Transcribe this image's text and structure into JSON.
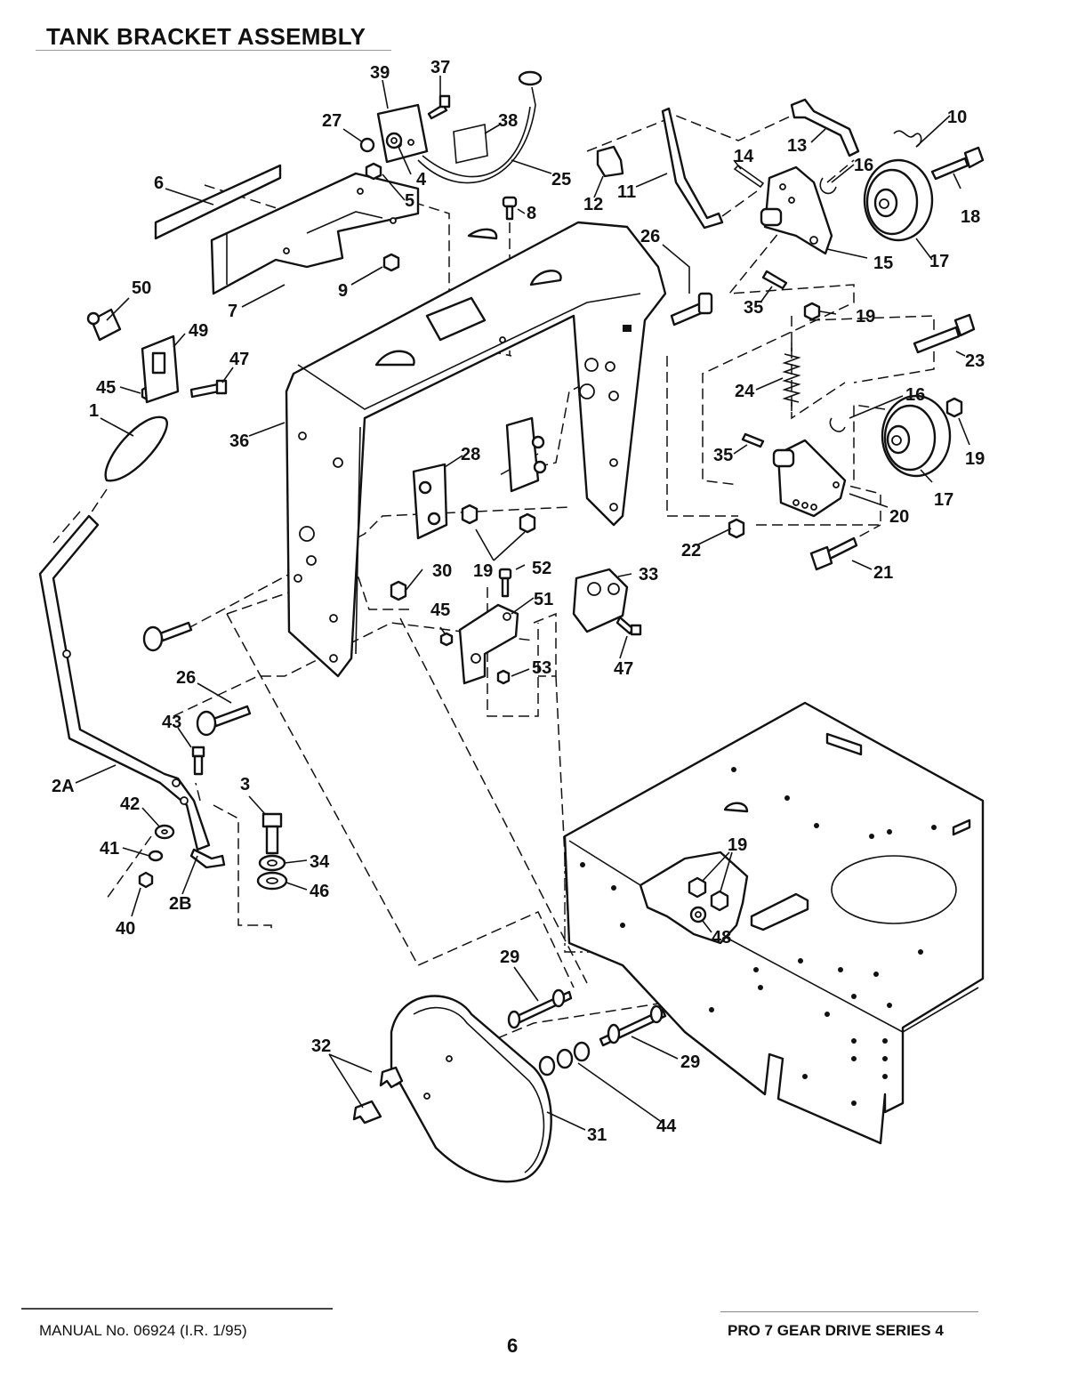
{
  "page": {
    "title": "TANK BRACKET ASSEMBLY",
    "footer_left": "MANUAL No. 06924 (I.R. 1/95)",
    "page_number": "6",
    "footer_right": "PRO 7 GEAR DRIVE SERIES 4"
  },
  "callouts": [
    {
      "id": "c-39",
      "text": "39"
    },
    {
      "id": "c-37",
      "text": "37"
    },
    {
      "id": "c-27",
      "text": "27"
    },
    {
      "id": "c-38",
      "text": "38"
    },
    {
      "id": "c-4",
      "text": "4"
    },
    {
      "id": "c-25",
      "text": "25"
    },
    {
      "id": "c-6",
      "text": "6"
    },
    {
      "id": "c-5",
      "text": "5"
    },
    {
      "id": "c-8",
      "text": "8"
    },
    {
      "id": "c-12",
      "text": "12"
    },
    {
      "id": "c-11",
      "text": "11"
    },
    {
      "id": "c-14",
      "text": "14"
    },
    {
      "id": "c-13",
      "text": "13"
    },
    {
      "id": "c-10",
      "text": "10"
    },
    {
      "id": "c-16a",
      "text": "16"
    },
    {
      "id": "c-18",
      "text": "18"
    },
    {
      "id": "c-17a",
      "text": "17"
    },
    {
      "id": "c-15",
      "text": "15"
    },
    {
      "id": "c-26a",
      "text": "26"
    },
    {
      "id": "c-9",
      "text": "9"
    },
    {
      "id": "c-7",
      "text": "7"
    },
    {
      "id": "c-50",
      "text": "50"
    },
    {
      "id": "c-49",
      "text": "49"
    },
    {
      "id": "c-47a",
      "text": "47"
    },
    {
      "id": "c-45a",
      "text": "45"
    },
    {
      "id": "c-1",
      "text": "1"
    },
    {
      "id": "c-36",
      "text": "36"
    },
    {
      "id": "c-35a",
      "text": "35"
    },
    {
      "id": "c-19a",
      "text": "19"
    },
    {
      "id": "c-23",
      "text": "23"
    },
    {
      "id": "c-24",
      "text": "24"
    },
    {
      "id": "c-16b",
      "text": "16"
    },
    {
      "id": "c-35b",
      "text": "35"
    },
    {
      "id": "c-19b",
      "text": "19"
    },
    {
      "id": "c-17b",
      "text": "17"
    },
    {
      "id": "c-20",
      "text": "20"
    },
    {
      "id": "c-28",
      "text": "28"
    },
    {
      "id": "c-22",
      "text": "22"
    },
    {
      "id": "c-21",
      "text": "21"
    },
    {
      "id": "c-30",
      "text": "30"
    },
    {
      "id": "c-19c",
      "text": "19"
    },
    {
      "id": "c-52",
      "text": "52"
    },
    {
      "id": "c-33",
      "text": "33"
    },
    {
      "id": "c-51",
      "text": "51"
    },
    {
      "id": "c-45b",
      "text": "45"
    },
    {
      "id": "c-53",
      "text": "53"
    },
    {
      "id": "c-47b",
      "text": "47"
    },
    {
      "id": "c-26b",
      "text": "26"
    },
    {
      "id": "c-43",
      "text": "43"
    },
    {
      "id": "c-2A",
      "text": "2A"
    },
    {
      "id": "c-3",
      "text": "3"
    },
    {
      "id": "c-42",
      "text": "42"
    },
    {
      "id": "c-34",
      "text": "34"
    },
    {
      "id": "c-41",
      "text": "41"
    },
    {
      "id": "c-46",
      "text": "46"
    },
    {
      "id": "c-2B",
      "text": "2B"
    },
    {
      "id": "c-40",
      "text": "40"
    },
    {
      "id": "c-19d",
      "text": "19"
    },
    {
      "id": "c-48",
      "text": "48"
    },
    {
      "id": "c-29a",
      "text": "29"
    },
    {
      "id": "c-29b",
      "text": "29"
    },
    {
      "id": "c-32",
      "text": "32"
    },
    {
      "id": "c-44",
      "text": "44"
    },
    {
      "id": "c-31",
      "text": "31"
    }
  ]
}
